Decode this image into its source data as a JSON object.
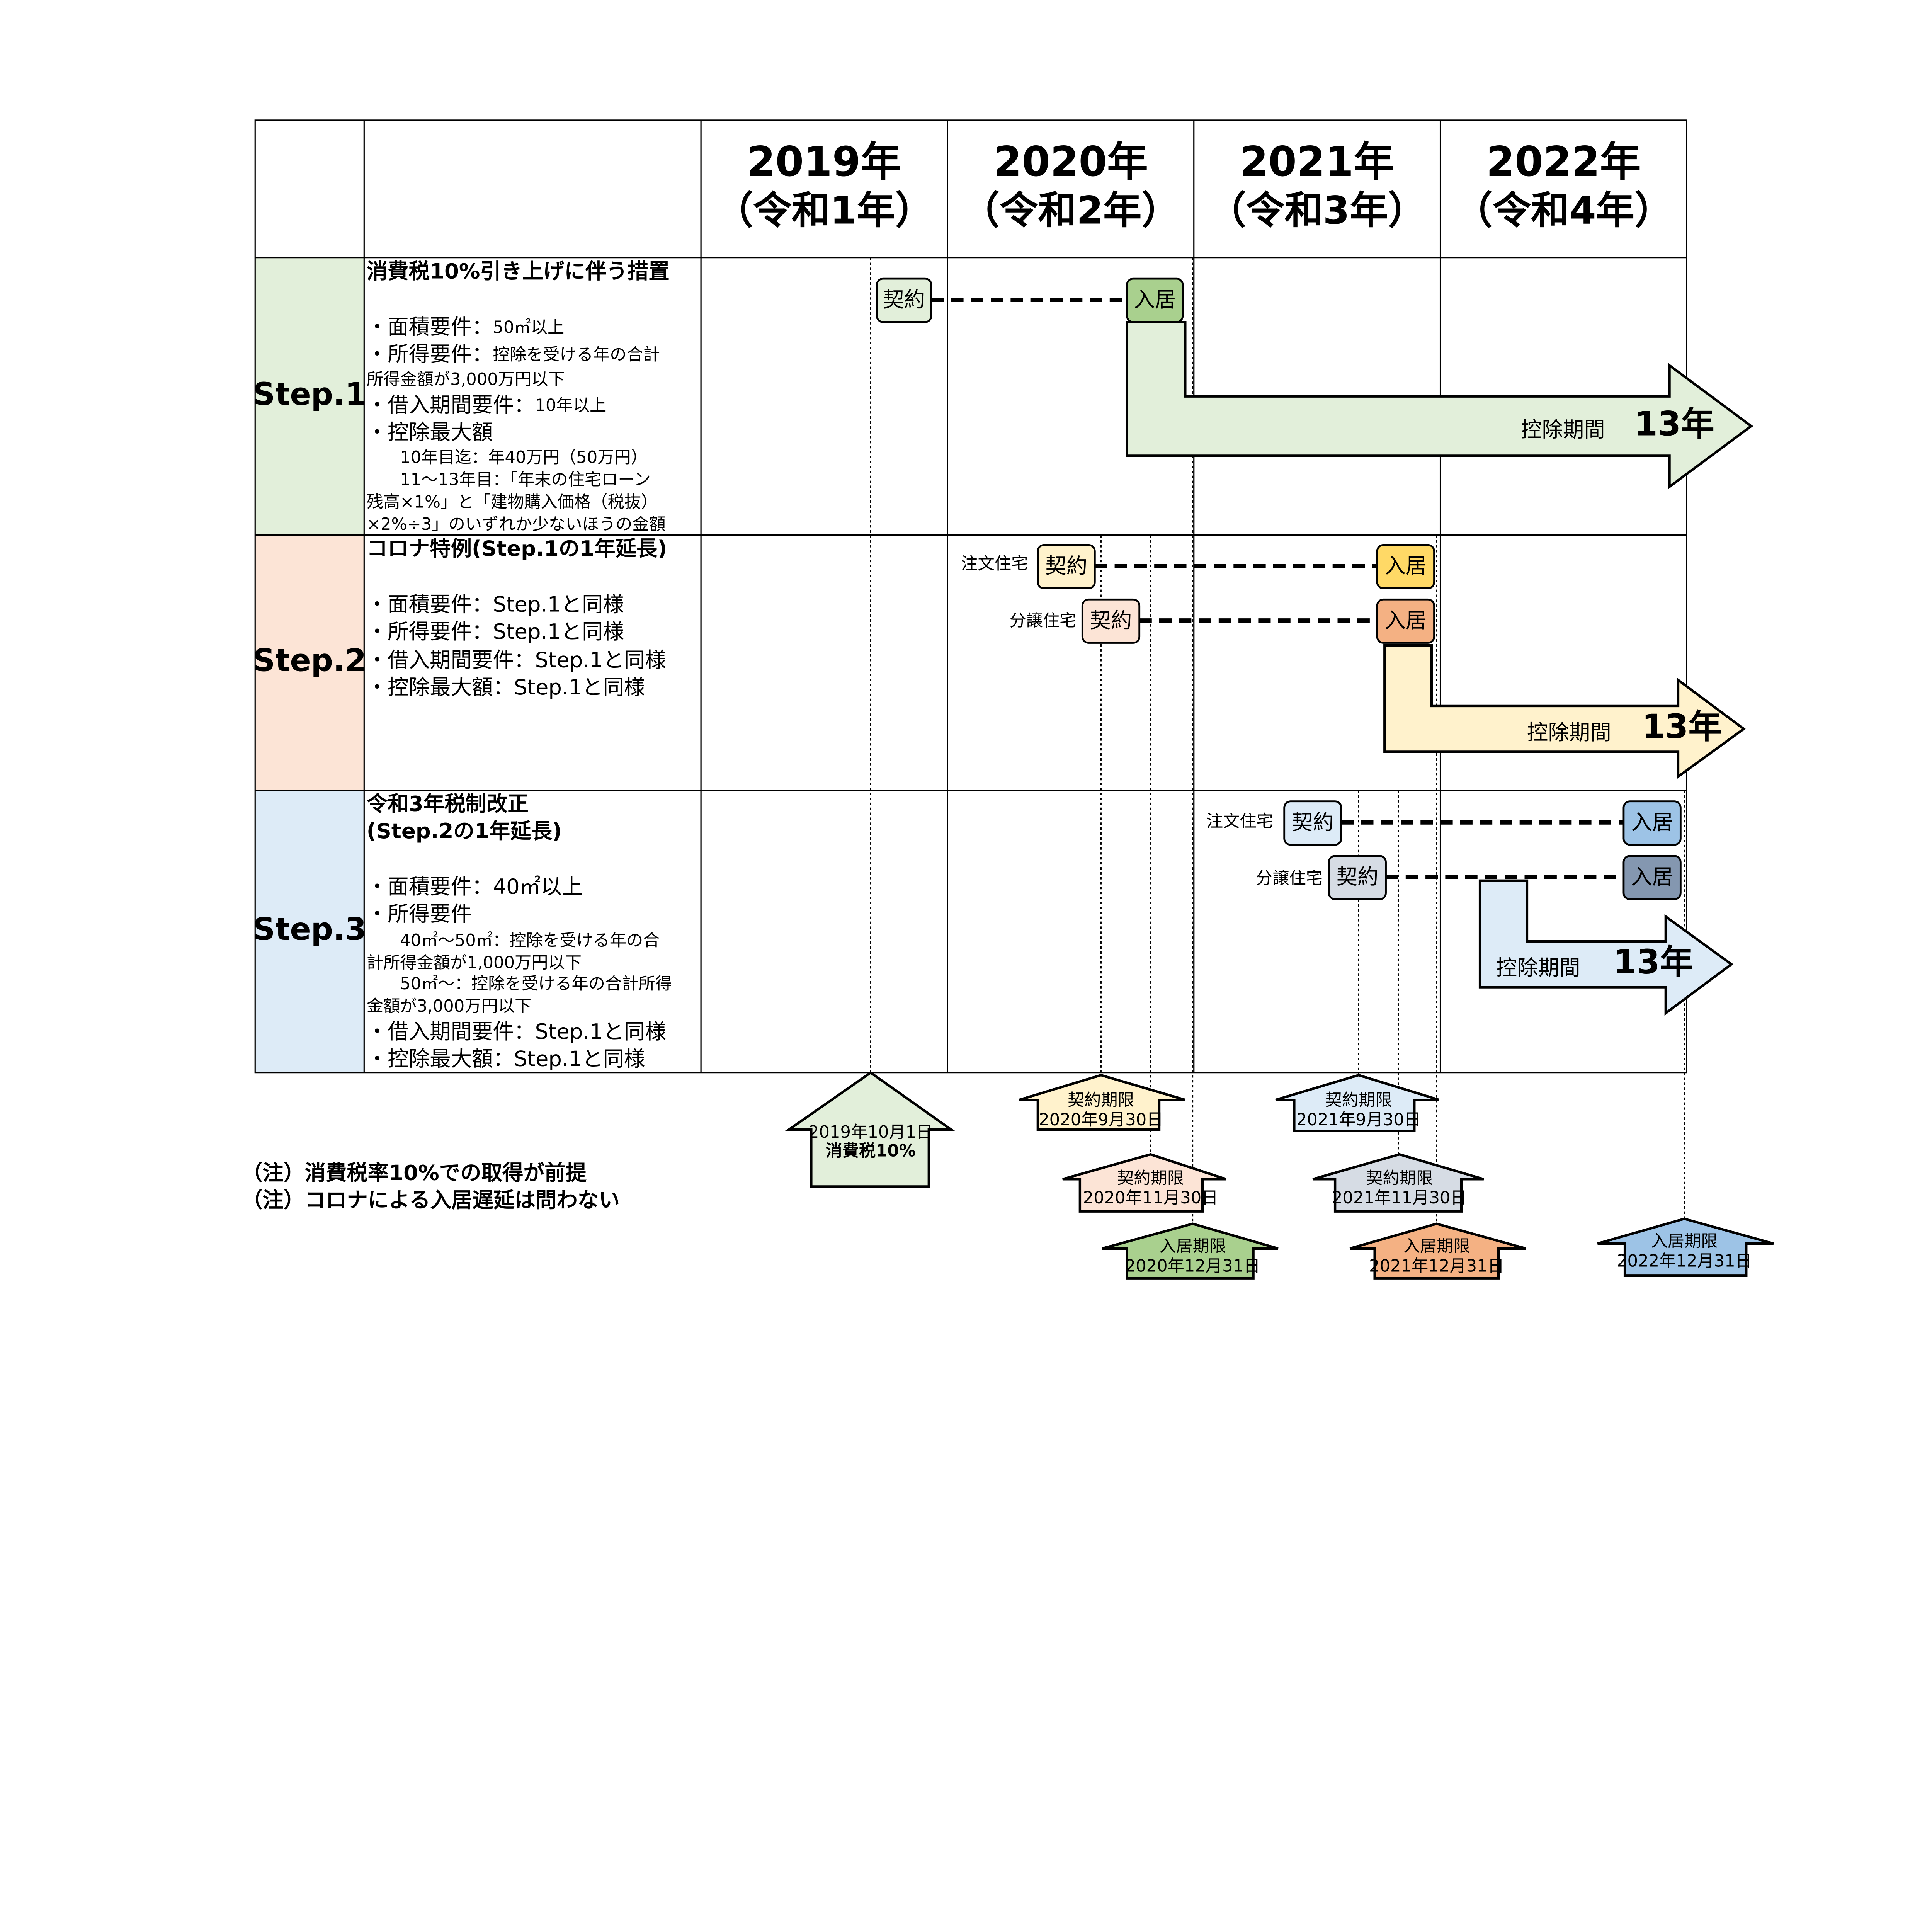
{
  "colors": {
    "step1": "#e2efda",
    "step2": "#fce4d6",
    "step3": "#ddebf7",
    "step1_move_in": "#a9d08e",
    "step2_order_move_in": "#ffd966",
    "step2_sale_move_in": "#f4b183",
    "step2_arrow": "#fff2cc",
    "step3_order_move_in": "#9dc3e6",
    "step3_sale_move_in": "#8497b0",
    "step3_sale_contract": "#d6dce4"
  },
  "years": [
    {
      "year": "2019年",
      "era": "（令和1年）"
    },
    {
      "year": "2020年",
      "era": "（令和2年）"
    },
    {
      "year": "2021年",
      "era": "（令和3年）"
    },
    {
      "year": "2022年",
      "era": "（令和4年）"
    }
  ],
  "steps": [
    {
      "label": "Step.1",
      "title": [
        "消費税10%引き上げに伴う措置"
      ],
      "lines": [
        {
          "a": "・面積要件：",
          "b": "50㎡以上"
        },
        {
          "a": "・所得要件：",
          "b": "控除を受ける年の合計"
        },
        {
          "a": "",
          "b": "所得金額が3,000万円以下"
        },
        {
          "a": "・借入期間要件：",
          "b": "10年以上"
        },
        {
          "a": "・控除最大額",
          "b": ""
        },
        {
          "a": "",
          "b": "　　10年目迄：年40万円（50万円）"
        },
        {
          "a": "",
          "b": "　　11～13年目：「年末の住宅ローン"
        },
        {
          "a": "",
          "b": "残高×1%」と「建物購入価格（税抜）"
        },
        {
          "a": "",
          "b": "×2%÷3」のいずれか少ないほうの金額"
        }
      ]
    },
    {
      "label": "Step.2",
      "title": [
        "コロナ特例(Step.1の1年延長)"
      ],
      "lines": [
        {
          "a": "・面積要件：Step.1と同様",
          "b": ""
        },
        {
          "a": "・所得要件：Step.1と同様",
          "b": ""
        },
        {
          "a": "・借入期間要件：Step.1と同様",
          "b": ""
        },
        {
          "a": "・控除最大額：Step.1と同様",
          "b": ""
        }
      ]
    },
    {
      "label": "Step.3",
      "title": [
        "令和3年税制改正",
        "(Step.2の1年延長)"
      ],
      "lines": [
        {
          "a": "・面積要件：40㎡以上",
          "b": ""
        },
        {
          "a": "・所得要件",
          "b": ""
        },
        {
          "a": "",
          "b": "　　40㎡～50㎡：控除を受ける年の合"
        },
        {
          "a": "",
          "b": "計所得金額が1,000万円以下"
        },
        {
          "a": "",
          "b": "　　50㎡～：控除を受ける年の合計所得"
        },
        {
          "a": "",
          "b": "金額が3,000万円以下"
        },
        {
          "a": "・借入期間要件：Step.1と同様",
          "b": ""
        },
        {
          "a": "・控除最大額：Step.1と同様",
          "b": ""
        }
      ]
    }
  ],
  "timeline": {
    "contract": "契約",
    "move_in": "入居",
    "order_house": "注文住宅",
    "sale_house": "分譲住宅",
    "deduction_period": "控除期間",
    "deduction_years": "13年"
  },
  "deadlines": [
    {
      "title": "2019年10月1日",
      "sub": "消費税10%"
    },
    {
      "title": "契約期限",
      "sub": "2020年9月30日"
    },
    {
      "title": "契約期限",
      "sub": "2020年11月30日"
    },
    {
      "title": "入居期限",
      "sub": "2020年12月31日"
    },
    {
      "title": "契約期限",
      "sub": "2021年9月30日"
    },
    {
      "title": "契約期限",
      "sub": "2021年11月30日"
    },
    {
      "title": "入居期限",
      "sub": "2021年12月31日"
    },
    {
      "title": "入居期限",
      "sub": "2022年12月31日"
    }
  ],
  "notes": [
    "（注）消費税率10%での取得が前提",
    "（注）コロナによる入居遅延は問わない"
  ]
}
